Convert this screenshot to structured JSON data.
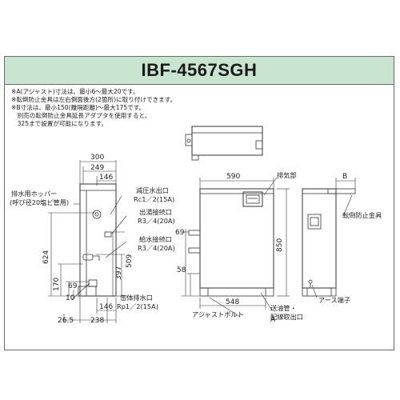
{
  "title": "IBF-4567SGH",
  "notes": [
    "※A(アジャスト)寸法は、最小6～最大20です。",
    "※転倒防止金具は左右側面後方(2箇所)に取り付けできます。",
    "※B寸法は、最小150(離隔距離)～最大175です。",
    "　別売の転倒防止金具延長アダプタを使用すると、",
    "　325まで設置が可能になります。"
  ],
  "dims": {
    "w300": "300",
    "w249": "249",
    "w146_top": "146",
    "h624": "624",
    "h397": "397",
    "h509": "509",
    "h170": "170",
    "h69_left": "69",
    "h10": "10",
    "w146_bottom": "146",
    "w26_5": "26.5",
    "w238": "238",
    "w590": "590",
    "h850": "850",
    "h69_right": "69",
    "h58": "58",
    "w548": "548",
    "A": "A",
    "B": "B"
  },
  "labels": {
    "drain_hopper": "排水用ホッパー",
    "drain_hopper_sub": "(呼び径20塩ビ管用)",
    "pressure_relief": "減圧水出口",
    "pressure_relief_size": "Rc1／2(15A)",
    "hot_water": "出湯接続口",
    "hot_water_size": "R3／4(20A)",
    "water_supply": "給水接続口",
    "water_supply_size": "R3／4(20A)",
    "can_drain": "缶体排水口",
    "can_drain_size": "Rp1／2(15A)",
    "exhaust": "排気部",
    "adjust_bolt": "アジャストボルト",
    "oil_pipe_1": "送油管・",
    "oil_pipe_2": "配線取出口",
    "earth": "アース端子",
    "anti_tip": "転倒防止金具"
  },
  "colors": {
    "title_bg": "#c9e4cf",
    "line": "#333333"
  }
}
